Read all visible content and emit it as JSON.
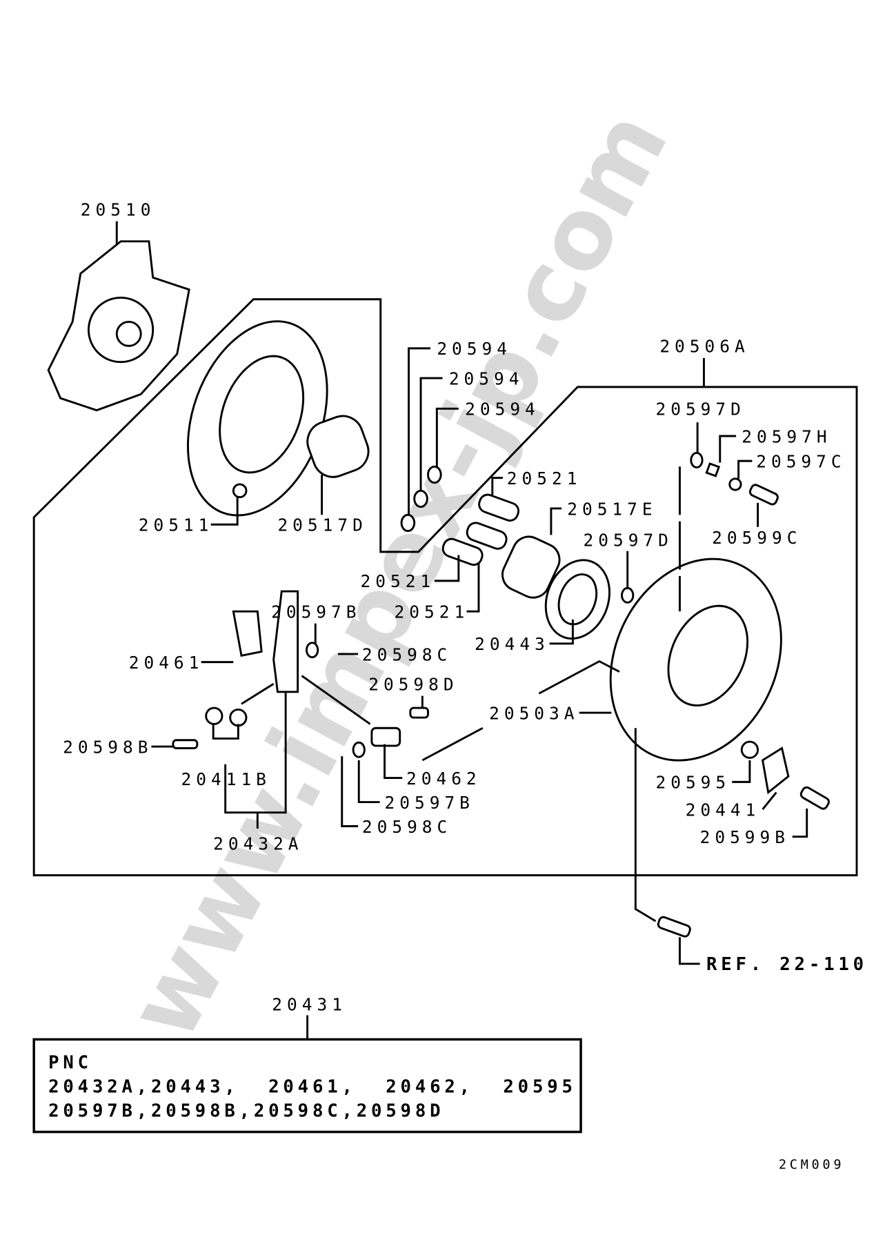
{
  "watermark": "www.impex-jp.com",
  "callouts": {
    "c20510": "20510",
    "c20511": "20511",
    "c20517D": "20517D",
    "c20594a": "20594",
    "c20594b": "20594",
    "c20594c": "20594",
    "c20506A": "20506A",
    "c20597Da": "20597D",
    "c20597H": "20597H",
    "c20597C": "20597C",
    "c20599C": "20599C",
    "c20521a": "20521",
    "c20517E": "20517E",
    "c20597Db": "20597D",
    "c20521b": "20521",
    "c20521c": "20521",
    "c20597Ba": "20597B",
    "c20461": "20461",
    "c20598Ca": "20598C",
    "c20598D": "20598D",
    "c20443": "20443",
    "c20503A": "20503A",
    "c20598B": "20598B",
    "c20411B": "20411B",
    "c20462": "20462",
    "c20597Bb": "20597B",
    "c20598Cb": "20598C",
    "c20432A": "20432A",
    "c20595": "20595",
    "c20441": "20441",
    "c20599B": "20599B",
    "ref": "REF. 22-110",
    "c20431": "20431"
  },
  "kit_box": {
    "heading": "PNC",
    "line1": "20432A,20443,  20461,  20462,  20595",
    "line2": "20597B,20598B,20598C,20598D"
  },
  "drawing_code": "2CM009"
}
